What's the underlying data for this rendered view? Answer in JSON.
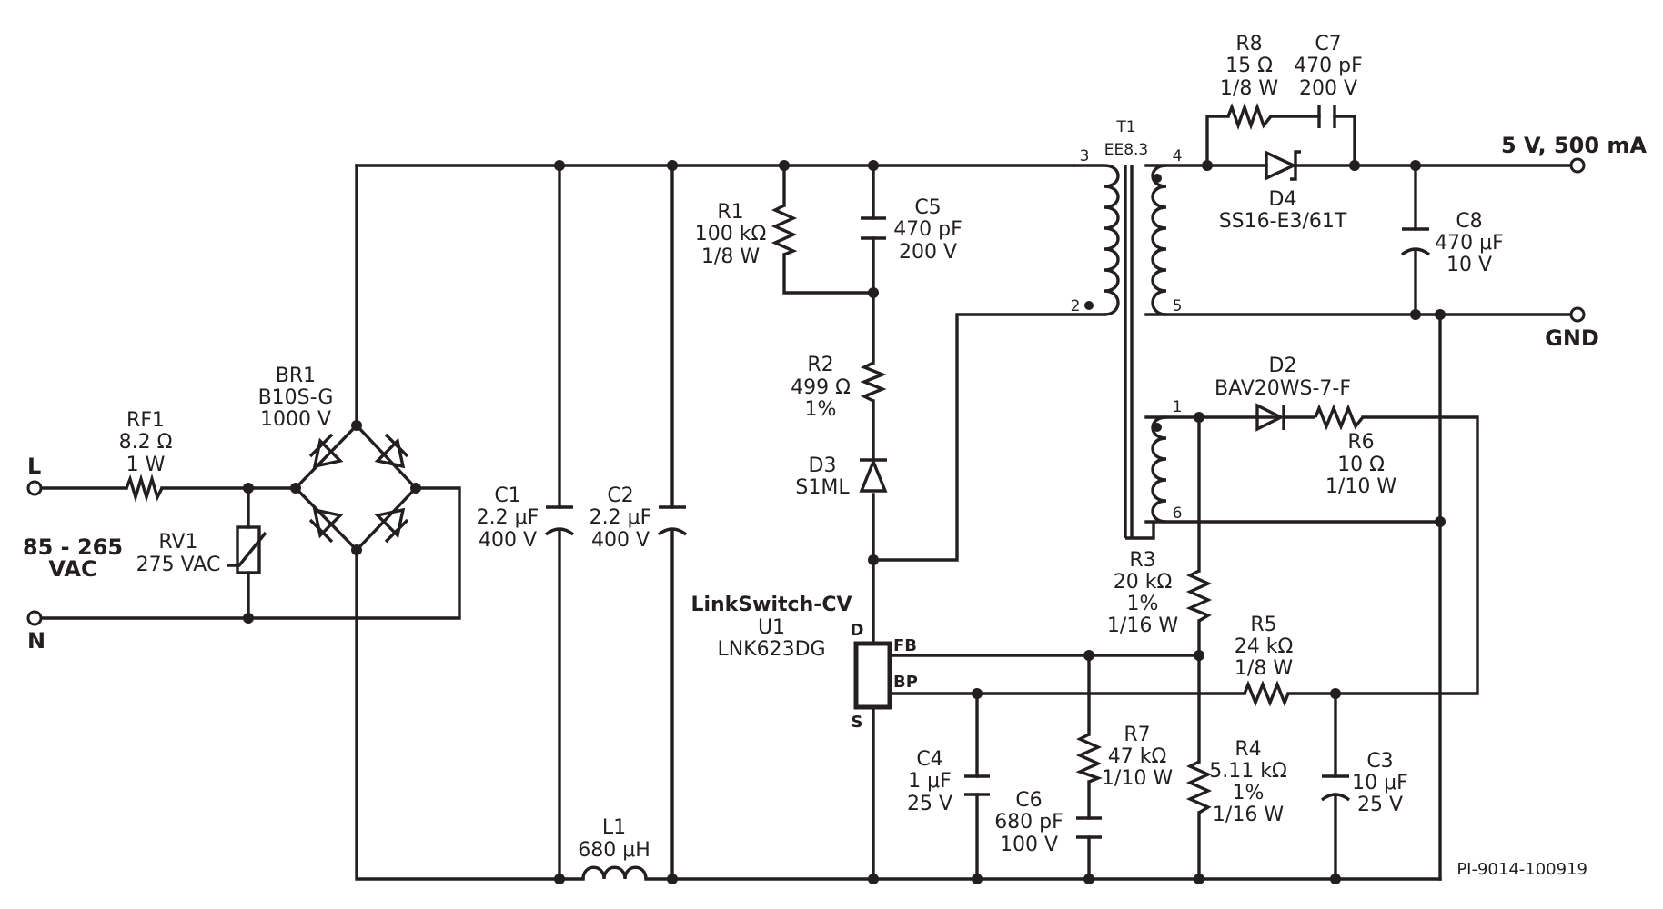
{
  "inputs": {
    "L": "L",
    "N": "N",
    "voltage": "85 - 265",
    "voltage_unit": "VAC"
  },
  "outputs": {
    "positive": "5 V, 500 mA",
    "ground": "GND"
  },
  "rf1": {
    "ref": "RF1",
    "value": "8.2 Ω",
    "rating": "1 W"
  },
  "rv1": {
    "ref": "RV1",
    "value": "275 VAC"
  },
  "br1": {
    "ref": "BR1",
    "part": "B10S-G",
    "rating": "1000 V"
  },
  "c1": {
    "ref": "C1",
    "value": "2.2 μF",
    "rating": "400 V"
  },
  "c2": {
    "ref": "C2",
    "value": "2.2 μF",
    "rating": "400 V"
  },
  "l1": {
    "ref": "L1",
    "value": "680 μH"
  },
  "r1": {
    "ref": "R1",
    "value": "100 kΩ",
    "rating": "1/8 W"
  },
  "c5": {
    "ref": "C5",
    "value": "470 pF",
    "rating": "200 V"
  },
  "r2": {
    "ref": "R2",
    "value": "499 Ω",
    "tolerance": "1%"
  },
  "d3": {
    "ref": "D3",
    "part": "S1ML"
  },
  "u1": {
    "family": "LinkSwitch-CV",
    "ref": "U1",
    "part": "LNK623DG",
    "pin_d": "D",
    "pin_fb": "FB",
    "pin_bp": "BP",
    "pin_s": "S"
  },
  "t1": {
    "ref": "T1",
    "core": "EE8.3",
    "pins": [
      "3",
      "2",
      "4",
      "5",
      "1",
      "6"
    ]
  },
  "r8": {
    "ref": "R8",
    "value": "15 Ω",
    "rating": "1/8 W"
  },
  "c7": {
    "ref": "C7",
    "value": "470 pF",
    "rating": "200 V"
  },
  "d4": {
    "ref": "D4",
    "part": "SS16-E3/61T"
  },
  "c8": {
    "ref": "C8",
    "value": "470 μF",
    "rating": "10 V"
  },
  "d2": {
    "ref": "D2",
    "part": "BAV20WS-7-F"
  },
  "r6": {
    "ref": "R6",
    "value": "10 Ω",
    "rating": "1/10 W"
  },
  "r3": {
    "ref": "R3",
    "value": "20 kΩ",
    "tolerance": "1%",
    "rating": "1/16 W"
  },
  "r5": {
    "ref": "R5",
    "value": "24 kΩ",
    "rating": "1/8 W"
  },
  "r7": {
    "ref": "R7",
    "value": "47 kΩ",
    "rating": "1/10 W"
  },
  "r4": {
    "ref": "R4",
    "value": "5.11 kΩ",
    "tolerance": "1%",
    "rating": "1/16 W"
  },
  "c4": {
    "ref": "C4",
    "value": "1 μF",
    "rating": "25 V"
  },
  "c6": {
    "ref": "C6",
    "value": "680 pF",
    "rating": "100 V"
  },
  "c3": {
    "ref": "C3",
    "value": "10 μF",
    "rating": "25 V"
  },
  "drawing_id": "PI-9014-100919"
}
